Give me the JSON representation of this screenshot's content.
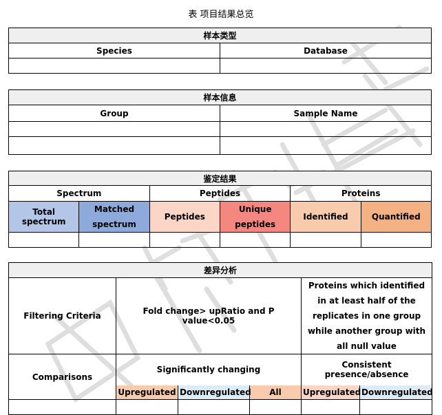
{
  "title": "表  项目结果总览",
  "sample_type": {
    "header": "样本类型",
    "col1": "Species",
    "col2": "Database"
  },
  "sample_info": {
    "header": "样本信息",
    "col1": "Group",
    "col2": "Sample Name"
  },
  "identification": {
    "header": "鉴定结果",
    "groups": [
      "Spectrum",
      "Peptides",
      "Proteins"
    ],
    "subcols": [
      "Total spectrum",
      "Matched spectrum",
      "Peptides",
      "Unique peptides",
      "Identified",
      "Quantified"
    ],
    "colors": [
      "#b4c6e7",
      "#8eaadb",
      "#fbd5c5",
      "#f4877f",
      "#f8cbad",
      "#f4b183"
    ]
  },
  "difference": {
    "header": "差异分析",
    "filtering_label": "Filtering Criteria",
    "filtering_value": "Fold change> upRatio and P value<0.05",
    "proteins_note": "Proteins which identified in at least half of the replicates in one group while another group with all null value",
    "comparisons_label": "Comparisons",
    "significant": "Significantly changing",
    "consistent": "Consistent presence/absence",
    "sig_cols": [
      "Upregulated",
      "Downregulated",
      "All"
    ],
    "cons_cols": [
      "Upregulated",
      "Downregulated"
    ]
  },
  "watermark": "中科新生命"
}
